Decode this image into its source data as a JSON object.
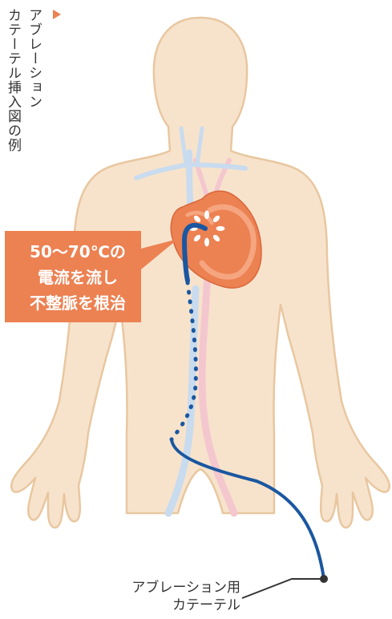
{
  "title": {
    "line1": "アブレーション",
    "line2": "カテーテル挿入図の例"
  },
  "callout": {
    "line1": "50〜70℃の",
    "line2": "電流を流し",
    "line3": "不整脈を根治"
  },
  "caption": {
    "line1": "アブレーション用",
    "line2": "カテーテル"
  },
  "colors": {
    "body_fill": "#f7e3cc",
    "body_stroke": "#e8c7a0",
    "heart": "#ec8152",
    "callout": "#ec8152",
    "vein": "#c9dbee",
    "artery": "#f4c7cf",
    "catheter": "#1b57a0",
    "leader": "#333333"
  }
}
